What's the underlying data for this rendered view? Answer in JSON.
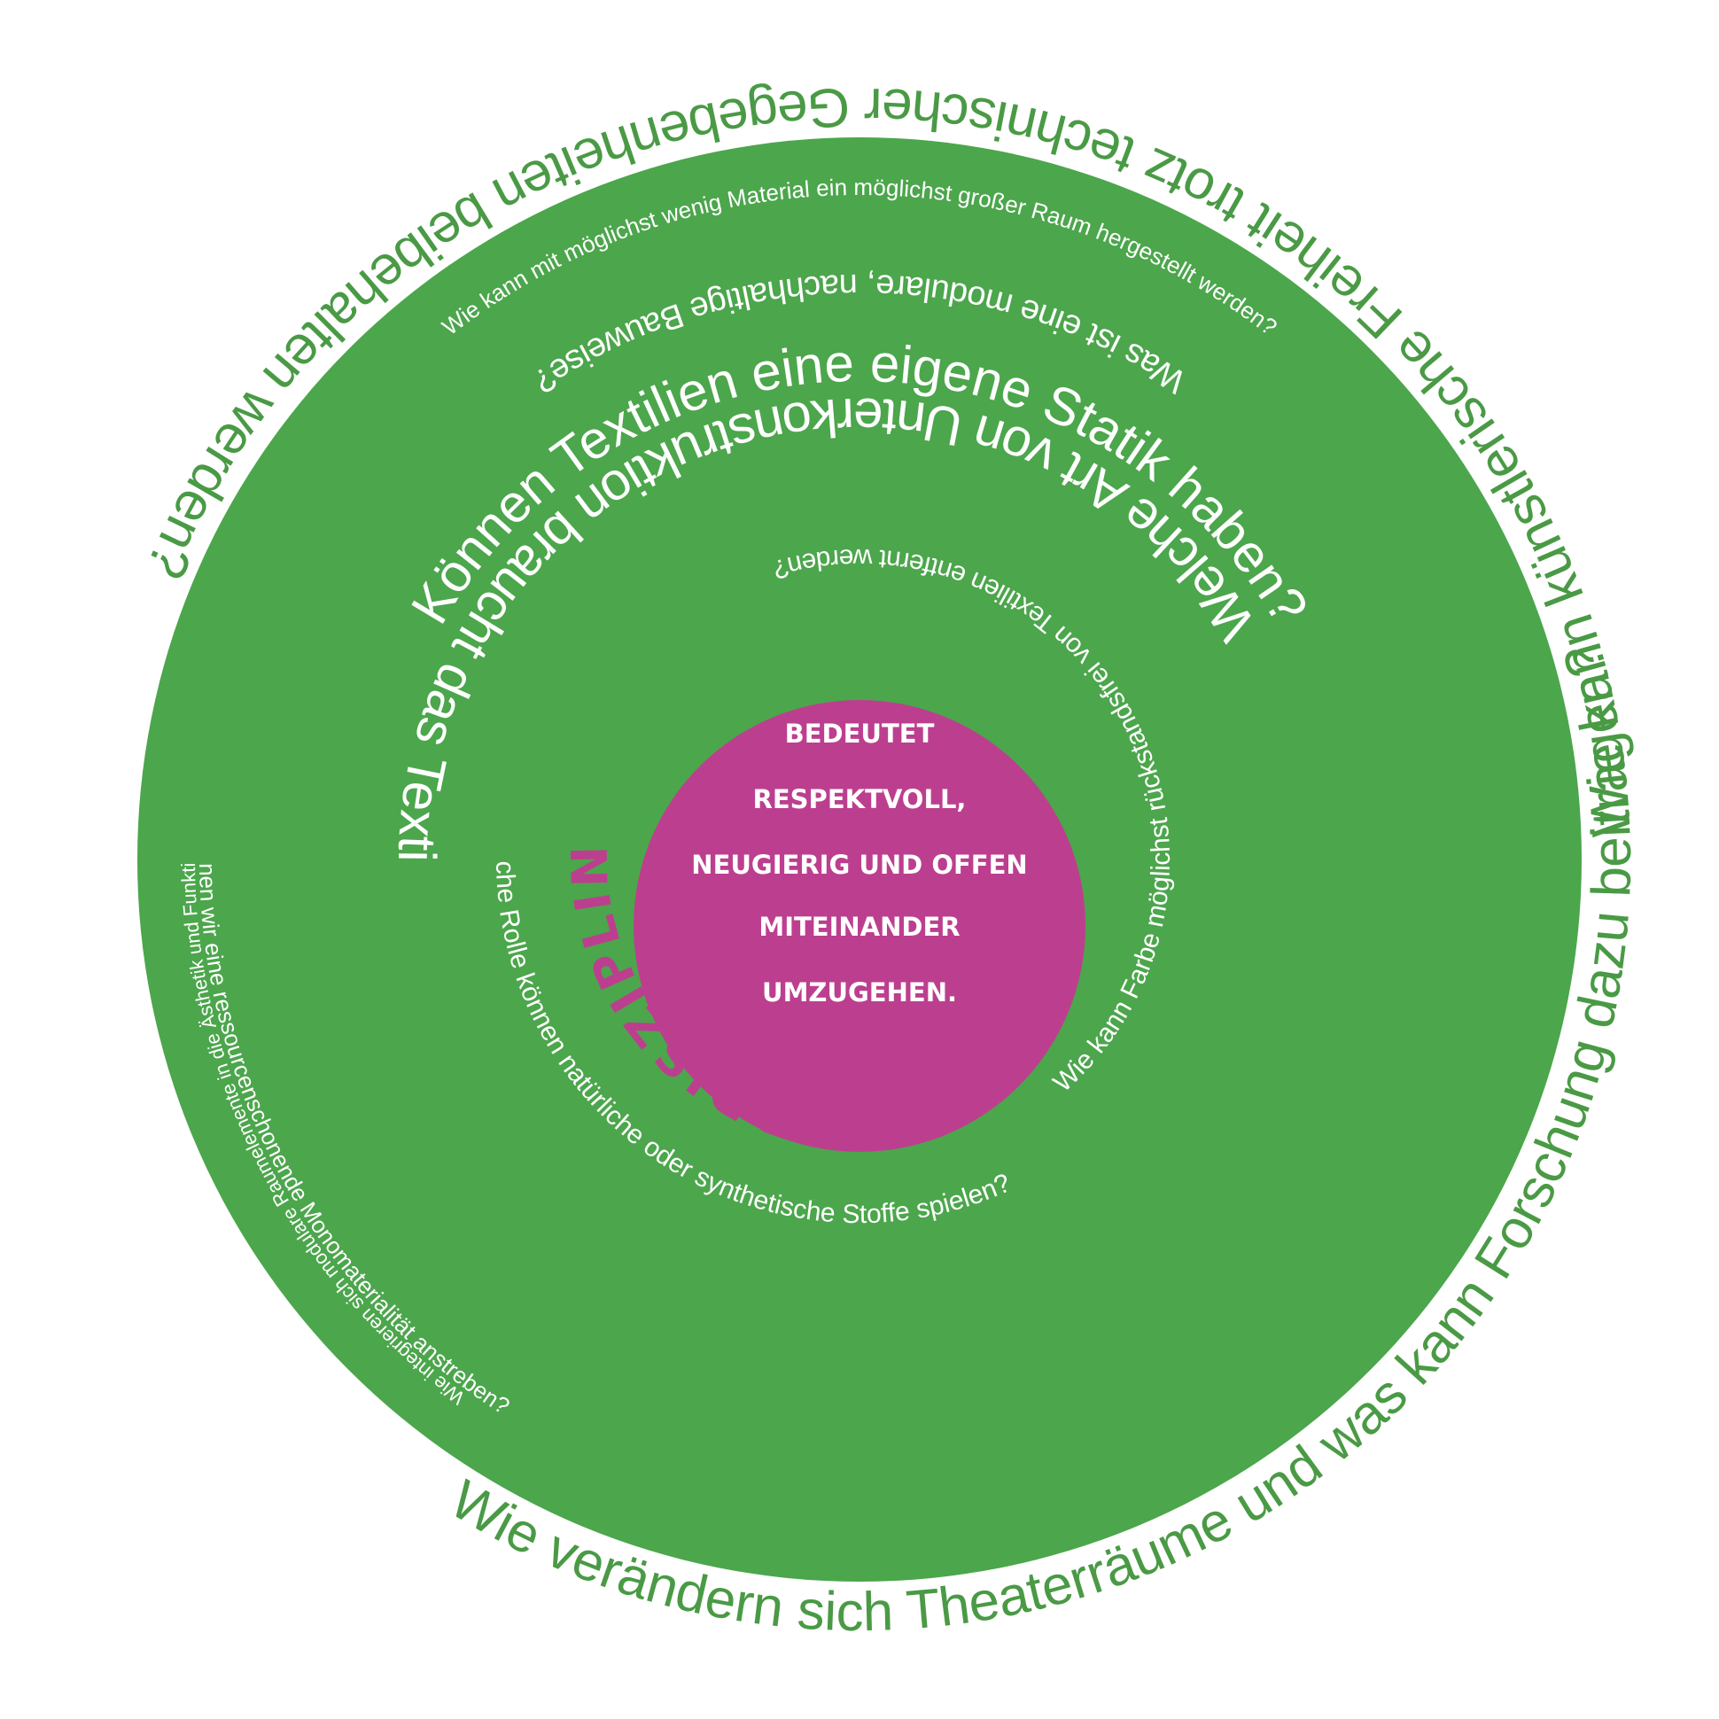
{
  "colors": {
    "green": "#4ca64c",
    "magenta": "#bc3f8f",
    "white": "#ffffff",
    "outer_text": "#4a9a45"
  },
  "outer_questions": {
    "top_left": "Wie kann künstlerische Freiheit trotz technischer Gegebenheiten beibehalten werden?",
    "right": "Wie verändern sich Theaterräume und was kann Forschung dazu beitragen?"
  },
  "ring_questions": {
    "top": "Was ist eine modulare, nachhaltige Bauweise?",
    "right_small": "Wie können wir eine ressourcenschonende Monomaterialität anstreben?",
    "left_small": "Wie integrieren sich modulare Raumelemente in die Ästhetik und Funktion eines Bühnenbildes?",
    "bottom_small": "Wie kann mit möglichst wenig Material ein möglichst großer Raum hergestellt werden?",
    "upper_large": "Welche Art von Unterkonstruktion braucht das Textil?",
    "lower_large": "Können Textilien eine eigene Statik haben?"
  },
  "inner_questions": {
    "left": "Welche Rolle können natürliche oder synthetische Stoffe spielen?",
    "right": "Wie kann Farbe möglichst rückstandsfrei von Textilien entfernt werden?"
  },
  "center": {
    "arc_title": "INTERDISZIPLINARITÄT",
    "lines": [
      "BEDEUTET",
      "RESPEKTVOLL,",
      "NEUGIERIG UND OFFEN",
      "MITEINANDER",
      "UMZUGEHEN."
    ]
  }
}
